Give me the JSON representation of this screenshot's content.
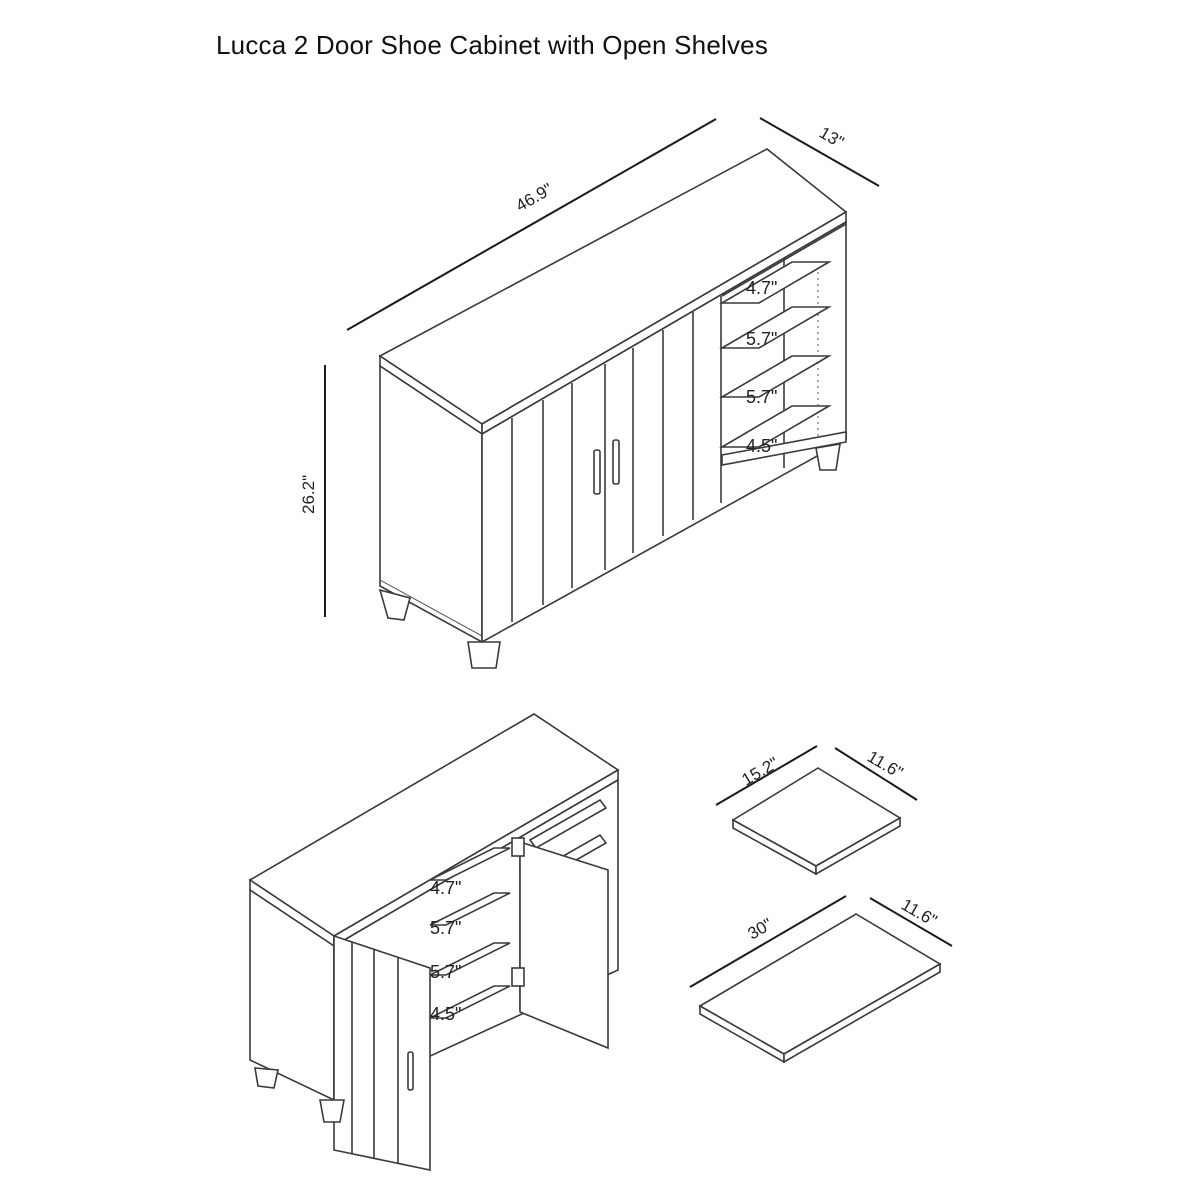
{
  "title": "Lucca 2 Door Shoe Cabinet with Open Shelves",
  "main_view": {
    "width": "46.9\"",
    "depth": "13\"",
    "height": "26.2\"",
    "shelf_gaps": [
      "4.7\"",
      "5.7\"",
      "5.7\"",
      "4.5\""
    ]
  },
  "open_view": {
    "shelf_gaps": [
      "4.7\"",
      "5.7\"",
      "5.7\"",
      "4.5\""
    ]
  },
  "small_shelf": {
    "length": "15.2\"",
    "depth": "11.6\""
  },
  "large_shelf": {
    "length": "30\"",
    "depth": "11.6\""
  },
  "colors": {
    "line": "#3a3a3a",
    "text": "#222222",
    "background": "#ffffff"
  }
}
